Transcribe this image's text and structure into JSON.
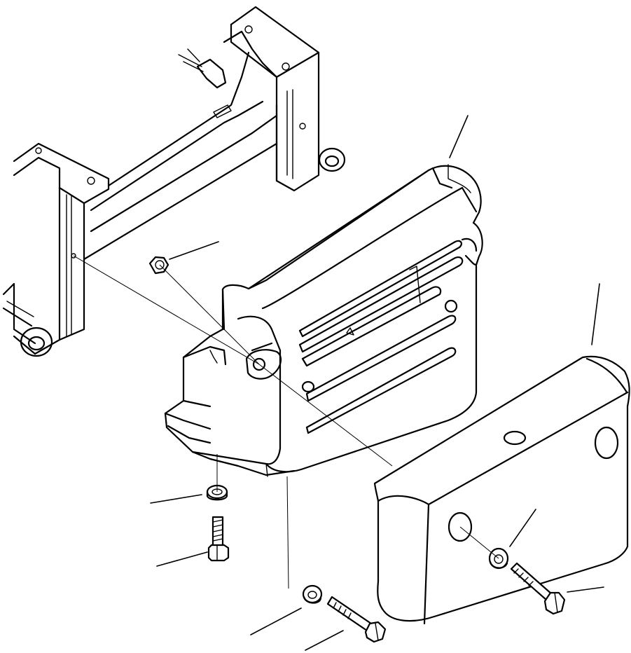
{
  "diagram": {
    "kind": "exploded-parts-view",
    "line_color": "#000000",
    "background_color": "#ffffff",
    "parts": [
      "frame",
      "counterweight",
      "counterweight-cover",
      "nut",
      "washer",
      "bolt"
    ],
    "callout_count": 11
  }
}
